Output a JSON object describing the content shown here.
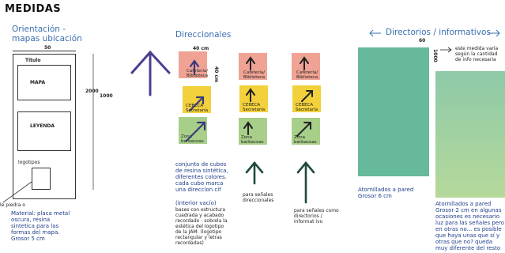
{
  "page_title": "MEDIDAS",
  "orientation": {
    "heading": "Orientación - mapas ubicación",
    "width_dim": "50",
    "height_dim_a": "2000",
    "height_dim_b": "1000",
    "titulo": "Titulo",
    "mapa": "MAPA",
    "leyenda": "LEYENDA",
    "logotipos": "logotipos",
    "base_label": "le piedra o",
    "material_note": "Material: placa metal oscura, resina sintetica para las formas del mapa. Grosor 5 cm"
  },
  "direccionales": {
    "heading": "Direccionales",
    "width_dim": "40 cm",
    "height_dim": "40 cm",
    "cube_labels": {
      "cafeteria": "Cafetería/ Biblioteca",
      "cebeca": "CEBECA Secretaría",
      "zona": "Zona barbacoas"
    },
    "desc_note": "conjunto de cubos de resina sintética, diferentes colores. cada cubo marca una direccion cif",
    "interior_note": "(interior vacío)",
    "bases_note": "bases con estructura cuadrada y acabado recordado - sobrela la estética del logotipo de la JAM: (logotipo rectangular y letras recordadas)",
    "signals_note_1": "para señales direccionales",
    "signals_note_2": "para señales como directorios / informat ivo"
  },
  "directorios": {
    "heading": "Directorios / informativos",
    "width_dim": "60",
    "height_dim": "1000",
    "side_note": "este medida varía según la cantidad de info necesaria",
    "caption_1": "Atornillados a pared Grosor 6 cm",
    "caption_2": "Atornillados a pared Grosor 2 cm en algunas ocasiones es necesario luz para las señales pero en otras no... es posible que haya unas que sí y otras que no? queda muy diferente del resto"
  },
  "colors": {
    "accent": "#3a6fb0",
    "pink": "#f0a394",
    "yellow": "#f2d13c",
    "green": "#a8cf8a",
    "teal": "#66b99a",
    "arrow_purple": "#4a3f8f",
    "arrow_dark": "#1e4a3c"
  }
}
